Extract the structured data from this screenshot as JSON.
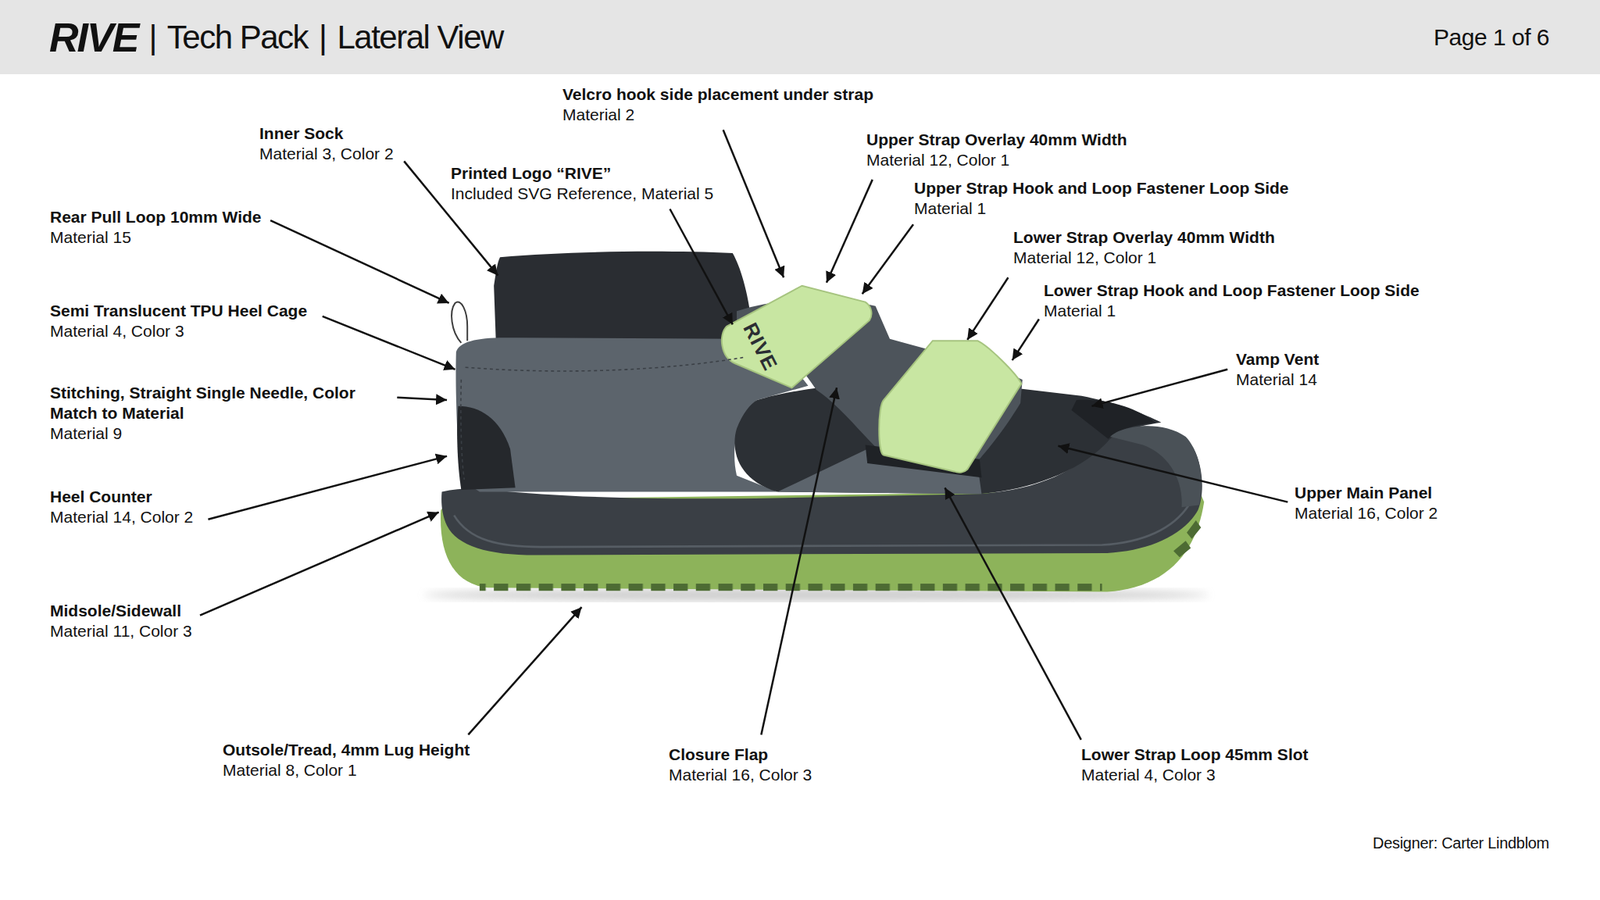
{
  "diagram": {
    "title": "RIVE",
    "labels": [
      "|",
      "Tech Pack",
      "|",
      "Lateral View",
      "Page 1 of 6",
      "Velcro hook side placement under strap",
      "Material 2",
      "Inner Sock",
      "Material 3, Color 2",
      "Printed Logo “RIVE”",
      "Included SVG Reference, Material 5",
      "Upper Strap Overlay 40mm Width",
      "Material 12, Color 1",
      "Upper Strap Hook and Loop Fastener Loop Side",
      "Material 1",
      "Rear Pull Loop 10mm Wide",
      "Material 15",
      "Lower Strap Overlay 40mm Width",
      "Material 12, Color 1",
      "Lower Strap Hook and Loop Fastener Loop Side",
      "Material 1",
      "Semi Translucent TPU Heel Cage",
      "Material 4, Color 3",
      "Vamp Vent",
      "Material 14",
      "RIVE",
      "Stitching, Straight Single Needle, Color Match to Material",
      "Material 9",
      "Heel Counter",
      "Material 14, Color 2",
      "Upper Main Panel",
      "Material 16, Color 2",
      "Midsole/Sidewall",
      "Material 11, Color 3",
      "Outsole/Tread, 4mm Lug Height",
      "Material 8, Color 1",
      "Closure Flap",
      "Material 16, Color 3",
      "Lower Strap Loop 45mm Slot",
      "Material 4, Color 3",
      "Designer: Carter Lindblom"
    ]
  }
}
